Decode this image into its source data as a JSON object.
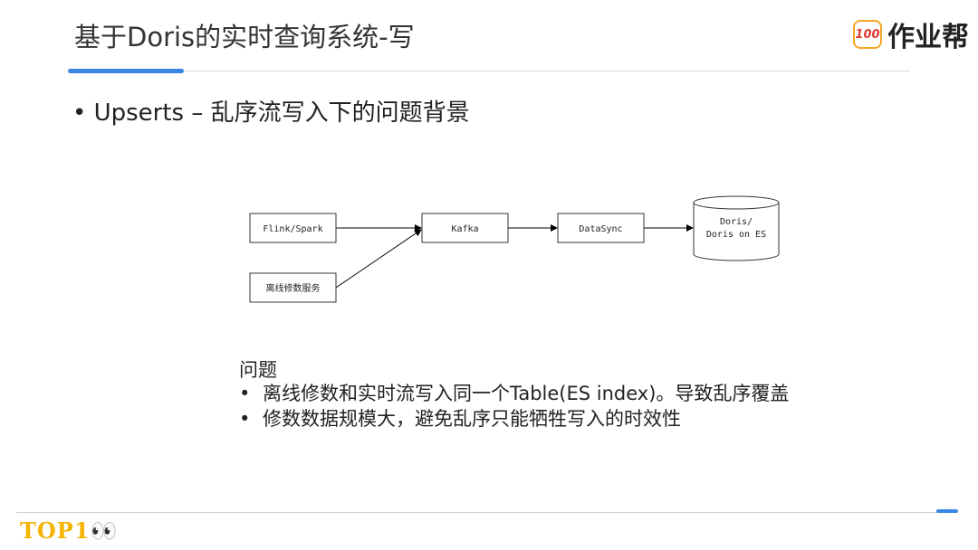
{
  "header": {
    "title": "基于Doris的实时查询系统-写",
    "brand_badge": "100",
    "brand_text": "作业帮"
  },
  "bullet": "• Upserts – 乱序流写入下的问题背景",
  "diagram": {
    "nodes": {
      "flink": "Flink/Spark",
      "offline": "离线修数服务",
      "kafka": "Kafka",
      "datasync": "DataSync",
      "doris_line1": "Doris/",
      "doris_line2": "Doris on ES"
    },
    "edges": [
      [
        "Flink/Spark",
        "Kafka"
      ],
      [
        "离线修数服务",
        "Kafka"
      ],
      [
        "Kafka",
        "DataSync"
      ],
      [
        "DataSync",
        "Doris/ Doris on ES"
      ]
    ]
  },
  "issues": {
    "heading": "问题",
    "items": [
      "离线修数和实时流写入同一个Table(ES index)。导致乱序覆盖",
      "修数数据规模大，避免乱序只能牺牲写入的时效性"
    ]
  },
  "footer": {
    "logo": "TOP1👀"
  },
  "colors": {
    "accent": "#3a86e6",
    "footer_logo": "#f4b400"
  }
}
